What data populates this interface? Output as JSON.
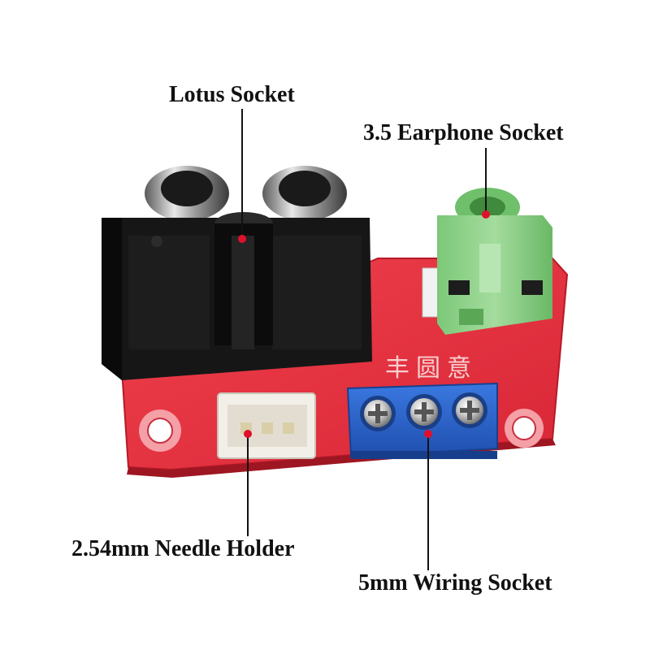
{
  "labels": {
    "lotus_socket": "Lotus Socket",
    "earphone_socket": "3.5 Earphone Socket",
    "needle_holder": "2.54mm Needle Holder",
    "wiring_socket": "5mm Wiring Socket"
  },
  "board_silkscreen": "丰圆意",
  "colors": {
    "background": "#ffffff",
    "pcb": "#e8303d",
    "rca_body": "#141414",
    "audio_jack": "#8fd08a",
    "terminal_block": "#2b63c9",
    "pin_header": "#f2efe8",
    "marker_dot": "#e0102a",
    "leader_line": "#111111"
  }
}
